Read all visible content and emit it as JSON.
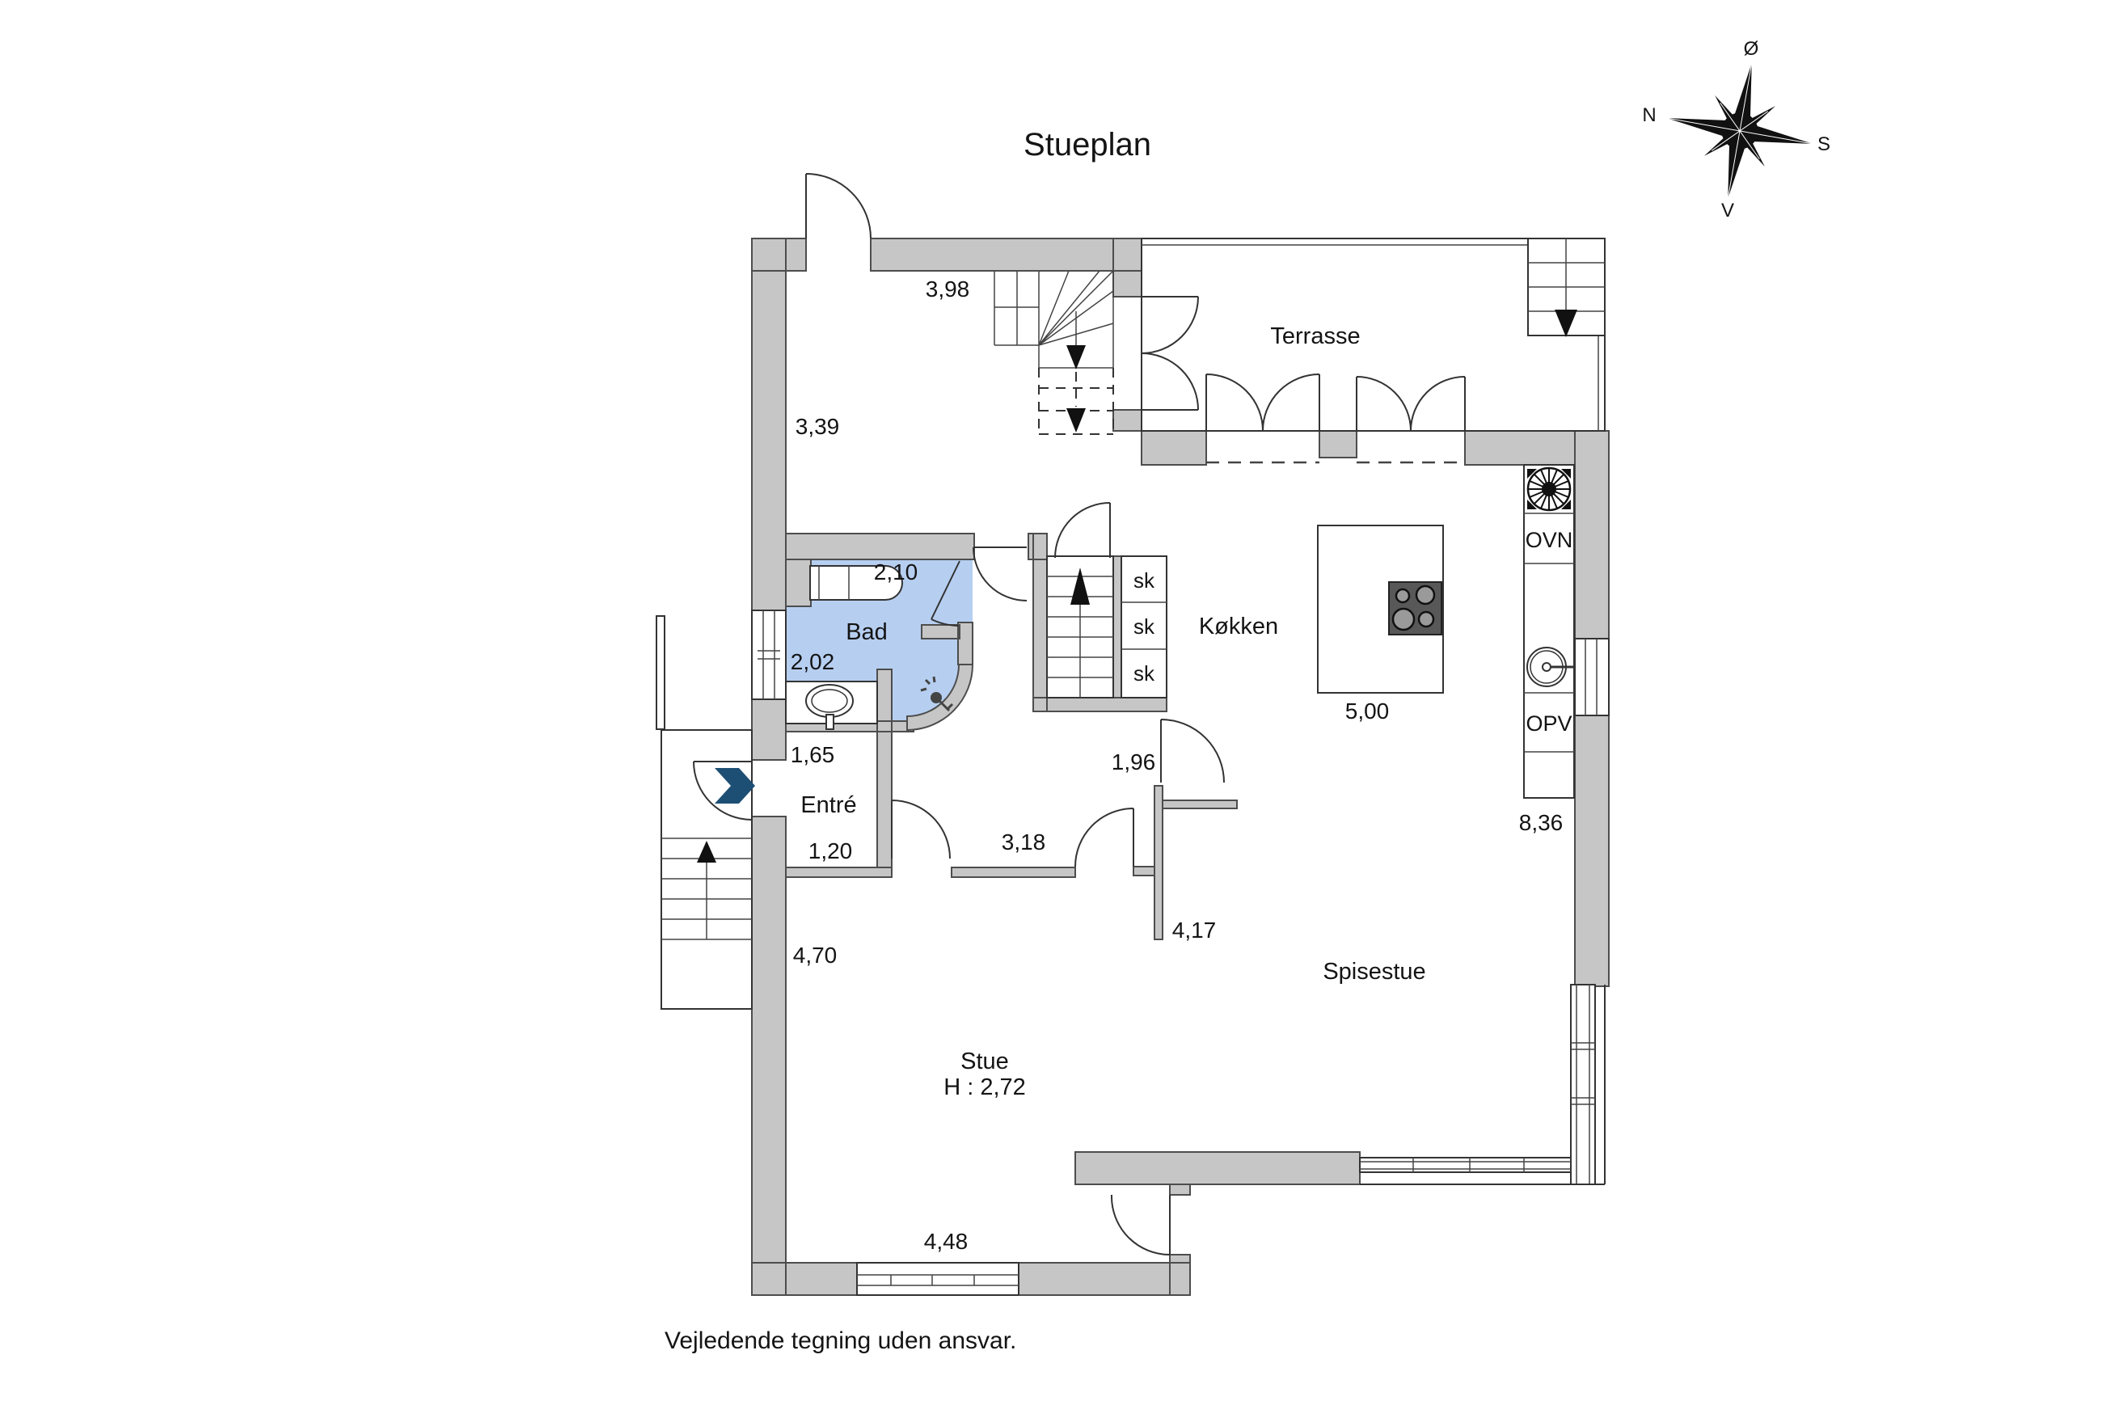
{
  "title": "Stueplan",
  "disclaimer": "Vejledende tegning uden ansvar.",
  "compass": {
    "n": "N",
    "s": "S",
    "e": "Ø",
    "w": "V"
  },
  "rooms": {
    "terrace": "Terrasse",
    "kitchen": "Køkken",
    "bath": "Bad",
    "entry": "Entré",
    "living": "Stue",
    "living_ceiling": "H : 2,72",
    "dining": "Spisestue"
  },
  "labels": {
    "closet": "sk",
    "oven": "OVN",
    "dishwasher": "OPV"
  },
  "dimensions": {
    "upper_room_width": "3,98",
    "upper_room_depth": "3,39",
    "bath_width": "2,10",
    "bath_depth": "2,02",
    "entry_width": "1,65",
    "entry_depth": "1,20",
    "hall_door": "1,96",
    "hall_width": "3,18",
    "hall_length": "4,17",
    "island_wall": "5,00",
    "kitchen_length": "8,36",
    "living_depth": "4,70",
    "living_window": "4,48"
  },
  "colors": {
    "wall": "#c6c6c6",
    "bath": "#b6cff1",
    "entry_arrow": "#1d4f74"
  }
}
